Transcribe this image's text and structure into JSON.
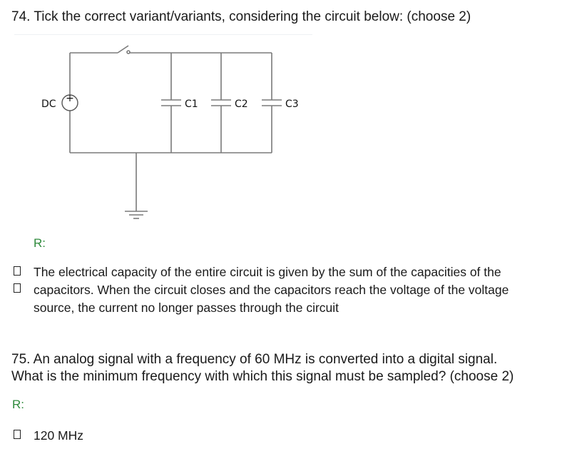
{
  "q74": {
    "title": "74. Tick the correct variant/variants, considering the circuit below: (choose 2)",
    "circuit": {
      "source_label": "DC",
      "source_plus": "+",
      "capacitors": [
        "C1",
        "C2",
        "C3"
      ]
    },
    "response_label": "R:",
    "answer_lines": [
      "The electrical capacity of the entire circuit is given by the sum of the capacities of the",
      "capacitors. When the circuit closes and the capacitors reach the voltage of the voltage",
      "source, the current no longer passes through the circuit"
    ]
  },
  "q75": {
    "title_line1": "75. An analog signal with a frequency of 60 MHz is converted into a digital signal.",
    "title_line2": "What is the minimum frequency with which this signal must be sampled? (choose 2)",
    "response_label": "R:",
    "option": "120 MHz"
  }
}
